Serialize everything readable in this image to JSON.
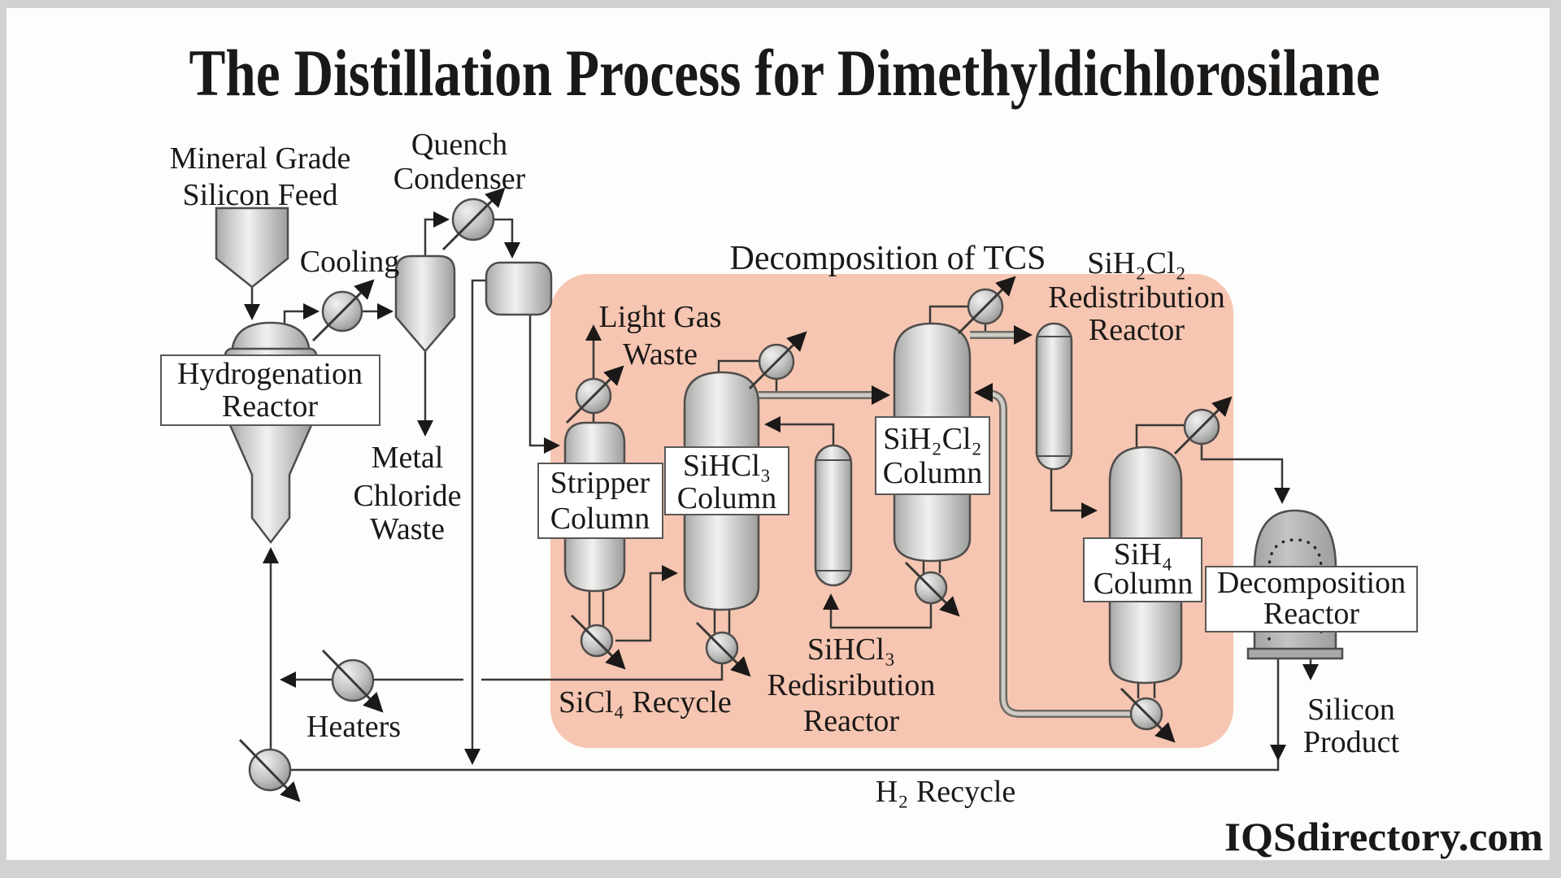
{
  "page": {
    "title": "The Distillation Process for Dimethyldichlorosilane",
    "watermark": "IQSdirectory.com"
  },
  "region": {
    "label": "Decomposition of TCS"
  },
  "colors": {
    "region_fill": "#f6c6b2",
    "region_label_text": "#e99173",
    "diagram_line": "#3a3836",
    "vessel_stroke": "#4f4d4b"
  },
  "labels": {
    "mineral_feed": [
      "Mineral Grade",
      "Silicon Feed"
    ],
    "quench_condenser": [
      "Quench",
      "Condenser"
    ],
    "cooling": "Cooling",
    "hydrogenation_reactor": [
      "Hydrogenation",
      "Reactor"
    ],
    "metal_chloride_waste": [
      "Metal",
      "Chloride",
      "Waste"
    ],
    "light_gas_waste": [
      "Light Gas",
      "Waste"
    ],
    "stripper_column": [
      "Stripper",
      "Column"
    ],
    "sihcl3_column": [
      "SiHCl₃",
      "Column"
    ],
    "sih2cl2_redistribution_reactor": [
      "SiH₂Cl₂",
      "Redistribution",
      "Reactor"
    ],
    "sih2cl2_column": [
      "SiH₂Cl₂",
      "Column"
    ],
    "sihcl3_redisribution_reactor": [
      "SiHCl₃",
      "Redisribution",
      "Reactor"
    ],
    "sicl4_recycle": "SiCl₄ Recycle",
    "heaters": "Heaters",
    "sih4_column": [
      "SiH₄",
      "Column"
    ],
    "decomposition_reactor": [
      "Decomposition",
      "Reactor"
    ],
    "silicon_product": [
      "Silicon",
      "Product"
    ],
    "h2_recycle": "H₂ Recycle"
  }
}
